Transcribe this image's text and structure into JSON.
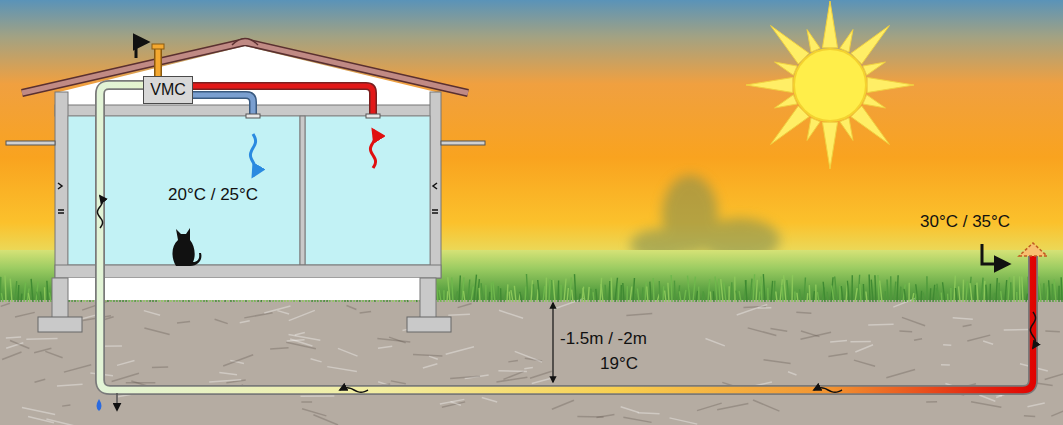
{
  "diagram": {
    "nodes": [
      {
        "text": [
          "VMC"
        ]
      }
    ],
    "labels": [
      "20°C / 25°C",
      "30°C / 35°C",
      "-1.5m / -2m",
      "19°C"
    ]
  }
}
